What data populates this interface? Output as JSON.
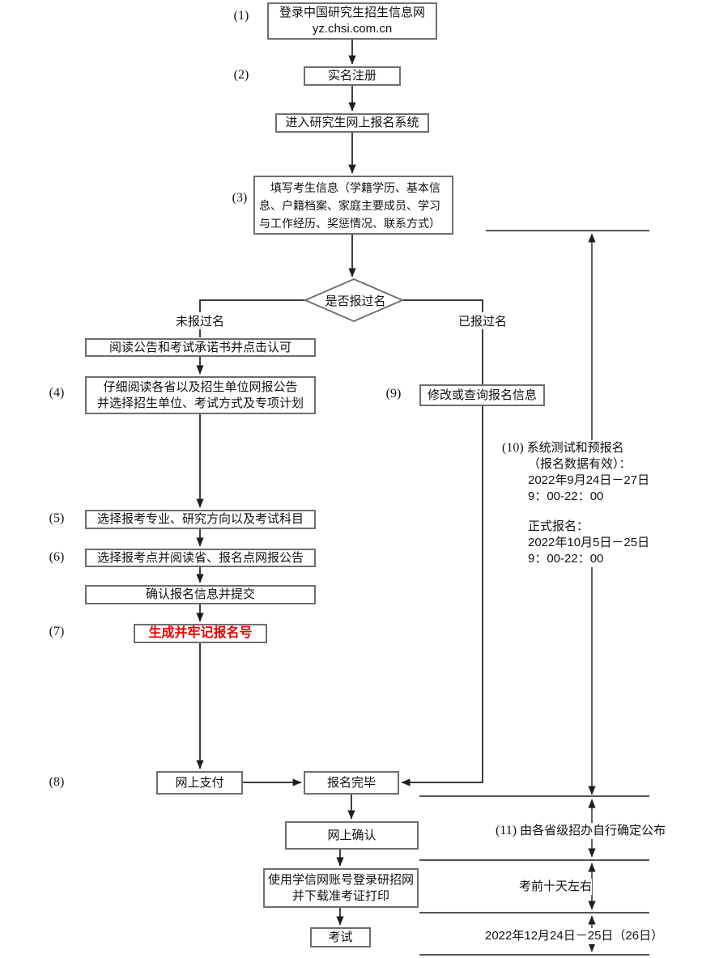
{
  "nodes": {
    "login": {
      "step": "(1)",
      "line1": "登录中国研究生招生信息网",
      "line2": "yz.chsi.com.cn"
    },
    "register": {
      "step": "(2)",
      "label": "实名注册"
    },
    "enter_system": {
      "label": "进入研究生网上报名系统"
    },
    "fill_info": {
      "step": "(3)",
      "line1": "填写考生信息（学籍学历、基本信",
      "line2": "息、户籍档案、家庭主要成员、学习",
      "line3": "与工作经历、奖惩情况、联系方式）"
    },
    "decision": {
      "label": "是否报过名",
      "branch_no": "未报过名",
      "branch_yes": "已报过名"
    },
    "read_notice": {
      "label": "阅读公告和考试承诺书并点击认可"
    },
    "read_province": {
      "step": "(4)",
      "line1": "仔细阅读各省以及招生单位网报公告",
      "line2": "并选择招生单位、考试方式及专项计划"
    },
    "choose_major": {
      "step": "(5)",
      "label": "选择报考专业、研究方向以及考试科目"
    },
    "choose_site": {
      "step": "(6)",
      "label": "选择报考点并阅读省、报名点网报公告"
    },
    "confirm_submit": {
      "label": "确认报名信息并提交"
    },
    "generate_id": {
      "step": "(7)",
      "label": "生成并牢记报名号"
    },
    "pay": {
      "step": "(8)",
      "label": "网上支付"
    },
    "modify": {
      "step": "(9)",
      "label": "修改或查询报名信息"
    },
    "complete": {
      "label": "报名完毕"
    },
    "online_confirm": {
      "label": "网上确认"
    },
    "download_ticket": {
      "line1": "使用学信网账号登录研招网",
      "line2": "并下载准考证打印"
    },
    "exam": {
      "label": "考试"
    }
  },
  "annotations": {
    "schedule": {
      "step": "(10)",
      "title": "系统测试和预报名",
      "valid_note": "（报名数据有效）：",
      "pre_date": "2022年9月24日－27日",
      "pre_time": "9：00-22：00",
      "formal_title": "正式报名：",
      "formal_date": "2022年10月5日－25日",
      "formal_time": "9：00-22：00"
    },
    "province_announce": {
      "step": "(11)",
      "label": "由各省级招办自行确定公布"
    },
    "before_exam": {
      "label": "考前十天左右"
    },
    "exam_date": {
      "label": "2022年12月24日－25日（26日）"
    }
  },
  "colors": {
    "background": "#ffffff",
    "box_border": "#6e6e6e",
    "flow_line": "#1e1e1e",
    "text": "#111111",
    "highlight_text": "#e80000"
  }
}
